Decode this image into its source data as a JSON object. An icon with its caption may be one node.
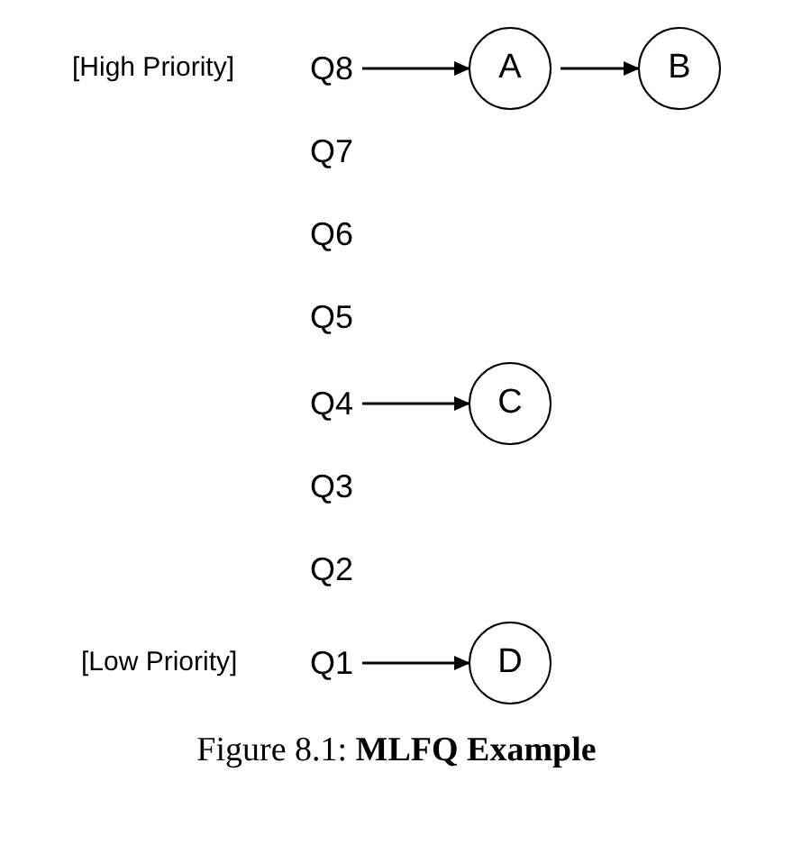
{
  "diagram": {
    "caption": "Figure 8.1: **MLFQ Example**",
    "nodes": [
      {
        "text": [
          "Q8"
        ]
      },
      {
        "text": [
          "A"
        ]
      },
      {
        "text": [
          "B"
        ]
      },
      {
        "text": [
          "Q7"
        ]
      },
      {
        "text": [
          "Q6"
        ]
      },
      {
        "text": [
          "Q5"
        ]
      },
      {
        "text": [
          "Q4"
        ]
      },
      {
        "text": [
          "C"
        ]
      },
      {
        "text": [
          "Q3"
        ]
      },
      {
        "text": [
          "Q2"
        ]
      },
      {
        "text": [
          "Q1"
        ]
      },
      {
        "text": [
          "D"
        ]
      }
    ],
    "edges": [
      {
        "from": 0,
        "to": 1,
        "arrow": "to"
      },
      {
        "from": 1,
        "to": 2,
        "arrow": "to"
      },
      {
        "from": 6,
        "to": 7,
        "arrow": "to"
      },
      {
        "from": 10,
        "to": 11,
        "arrow": "to"
      }
    ],
    "labels": [
      "[High Priority]",
      "[Low Priority]"
    ]
  }
}
